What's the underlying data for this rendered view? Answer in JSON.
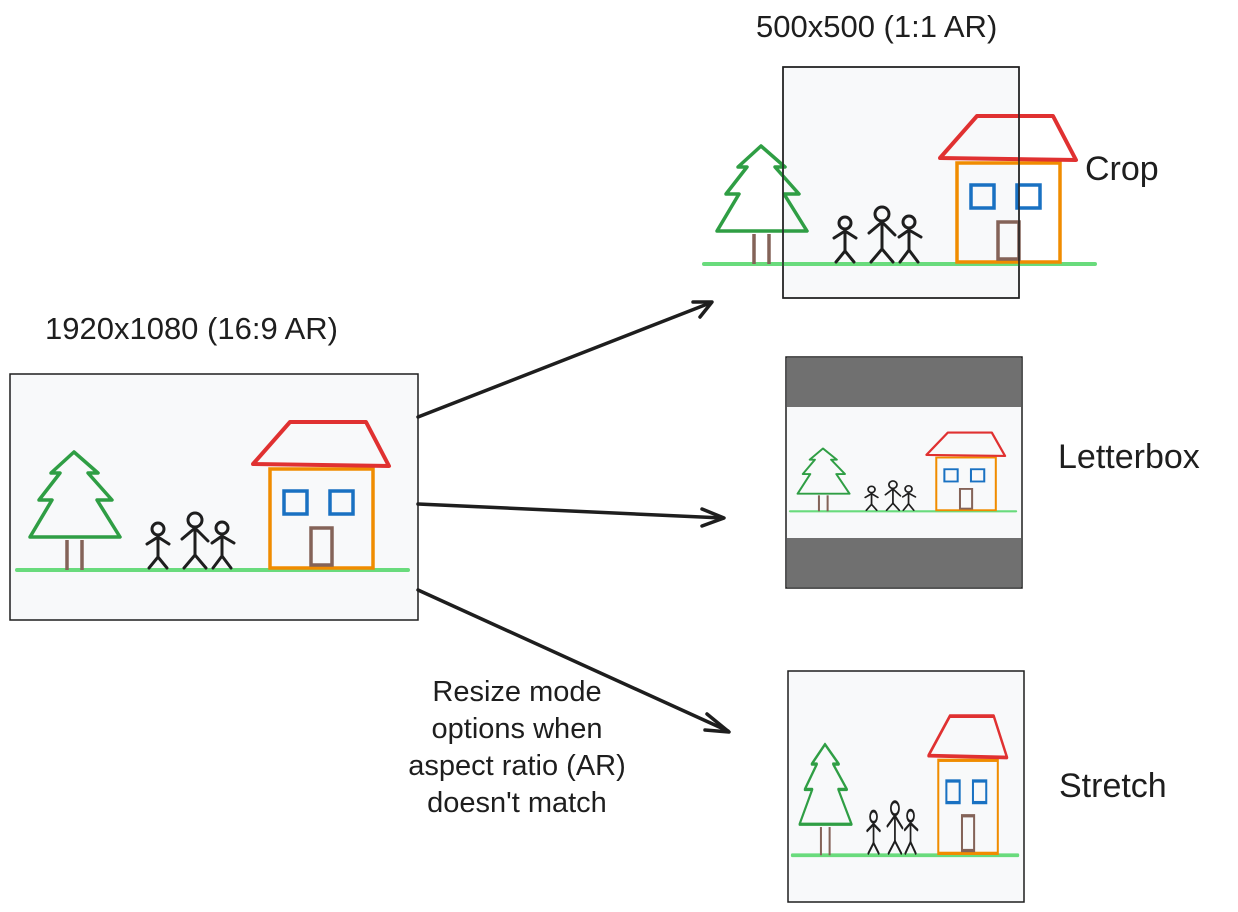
{
  "diagram": {
    "source": {
      "title": "1920x1080 (16:9 AR)"
    },
    "target": {
      "title": "500x500 (1:1 AR)"
    },
    "modes": [
      {
        "id": "crop",
        "label": "Crop"
      },
      {
        "id": "letterbox",
        "label": "Letterbox"
      },
      {
        "id": "stretch",
        "label": "Stretch"
      }
    ],
    "note": "Resize mode options when aspect ratio (AR) doesn't match",
    "note_lines": [
      "Resize mode",
      "options when",
      "aspect ratio (AR)",
      "doesn't match"
    ],
    "scene": {
      "elements": [
        "tree",
        "three-stick-figures",
        "house",
        "ground"
      ],
      "colors": {
        "tree": "#2f9e44",
        "trunk": "#846358",
        "ground": "#69db7c",
        "roof": "#e03131",
        "house_wall": "#f08c00",
        "window": "#1971c2",
        "door": "#846358",
        "figure": "#1e1e1e",
        "image_bg": "#f8f9fa",
        "letterbox_bar": "#707070",
        "arrow": "#1e1e1e"
      }
    }
  }
}
